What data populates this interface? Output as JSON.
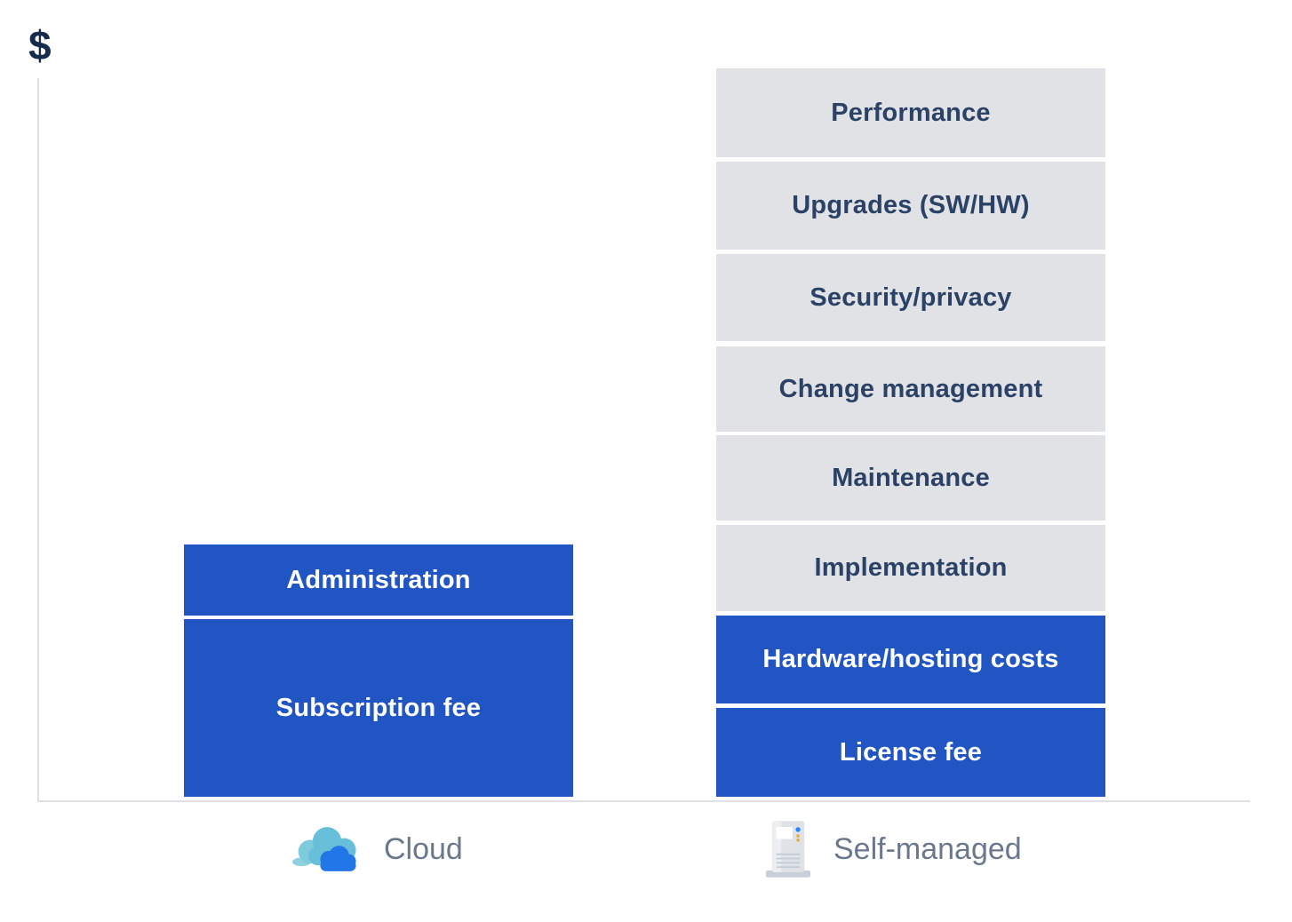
{
  "chart_data": {
    "type": "bar",
    "stacked": true,
    "title": "",
    "ylabel": "$",
    "xlabel": "",
    "axis_note": "No numeric tick labels shown; y-axis only marked with a dollar sign. Values below are relative heights (relative cost units).",
    "grid": false,
    "legend_position": "bottom",
    "categories": [
      "Cloud",
      "Self-managed"
    ],
    "bars": [
      {
        "category": "Cloud",
        "total": 284,
        "segments": [
          {
            "label": "Administration",
            "value": 80,
            "style": "highlight"
          },
          {
            "label": "Subscription fee",
            "value": 200,
            "style": "highlight"
          }
        ]
      },
      {
        "category": "Self-managed",
        "total": 820,
        "segments": [
          {
            "label": "Performance",
            "value": 100,
            "style": "muted"
          },
          {
            "label": "Upgrades (SW/HW)",
            "value": 99,
            "style": "muted"
          },
          {
            "label": "Security/privacy",
            "value": 98,
            "style": "muted"
          },
          {
            "label": "Change management",
            "value": 96,
            "style": "muted"
          },
          {
            "label": "Maintenance",
            "value": 96,
            "style": "muted"
          },
          {
            "label": "Implementation",
            "value": 97,
            "style": "muted"
          },
          {
            "label": "Hardware/hosting costs",
            "value": 99,
            "style": "highlight"
          },
          {
            "label": "License fee",
            "value": 100,
            "style": "highlight"
          }
        ]
      }
    ],
    "legend": [
      {
        "label": "Cloud",
        "icon": "cloud-icon"
      },
      {
        "label": "Self-managed",
        "icon": "server-icon"
      }
    ],
    "colors": {
      "highlight_blue": "#2155C4",
      "muted_gray": "#E0E2E6",
      "segment_text_navy": "#2B4266",
      "segment_text_white": "#FFFFFF",
      "legend_text": "#6B778C",
      "axis_line": "#DFE1E6",
      "dollar_sign": "#172B4D",
      "cloud_icon_teal": "#68BFD9",
      "cloud_icon_blue": "#2376E8",
      "server_icon_gray": "#DFE3E8"
    }
  }
}
